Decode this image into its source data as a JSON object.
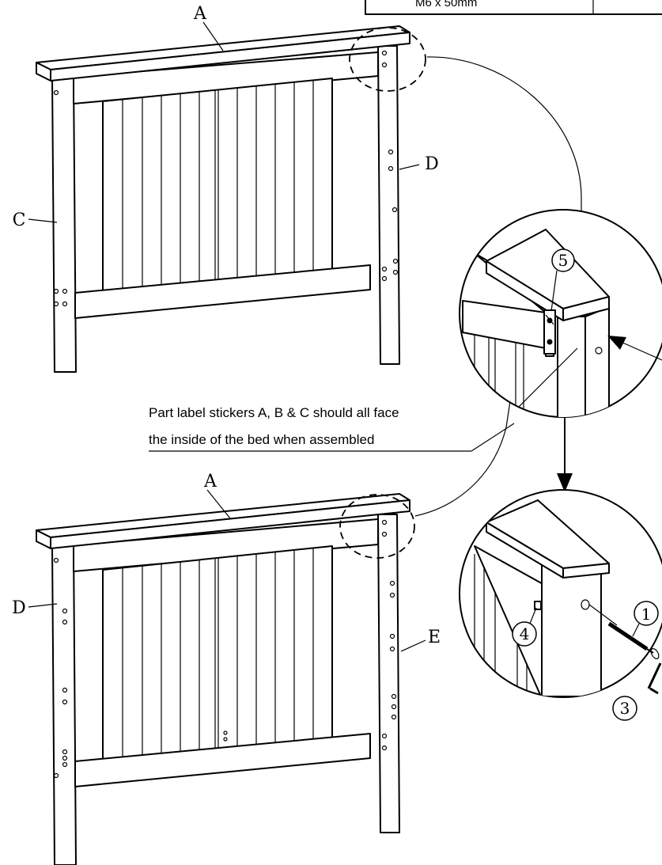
{
  "table": {
    "spec": "M6 x 50mm"
  },
  "top_headboard": {
    "labels": {
      "top_rail": "A",
      "left_post": "C",
      "right_post": "D"
    }
  },
  "bottom_headboard": {
    "labels": {
      "top_rail": "A",
      "left_post": "D",
      "right_post": "E"
    }
  },
  "note": {
    "line1": "Part label stickers A, B & C should all face",
    "line2": "the inside of the bed when assembled"
  },
  "callouts": {
    "upper_detail_part": "5",
    "lower_detail_bolt": "1",
    "lower_detail_dowel": "4",
    "lower_detail_key": "3"
  }
}
